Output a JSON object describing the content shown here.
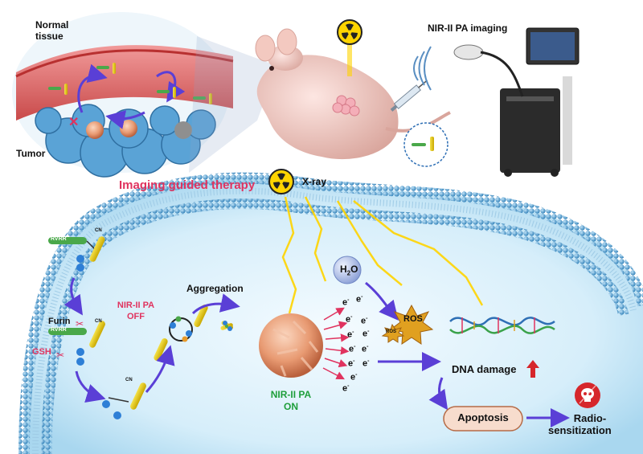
{
  "labels": {
    "normal_tissue_1": "Normal",
    "normal_tissue_2": "tissue",
    "tumor": "Tumor",
    "imaging_guided": "Imaging guided therapy",
    "nir_pa_imaging": "NIR-II PA imaging",
    "xray": "X-ray",
    "aggregation": "Aggregation",
    "nir_off_1": "NIR-II PA",
    "nir_off_2": "OFF",
    "nir_on_1": "NIR-II PA",
    "nir_on_2": "ON",
    "furin": "Furin",
    "gsh": "GSH",
    "h2o_main": "H",
    "h2o_sub": "2",
    "h2o_tail": "O",
    "ros_big": "ROS",
    "ros_small": "ROS",
    "dna_damage": "DNA damage",
    "apoptosis": "Apoptosis",
    "radio_1": "Radio-",
    "radio_2": "sensitization",
    "peptide": "RVRR",
    "cn": "CN",
    "electron": "e",
    "electron_sup": "-"
  },
  "colors": {
    "membrane_blue": "#3f93c9",
    "cytoplasm": "#d8effa",
    "highlight_pink": "#e0335f",
    "on_green": "#1e9e3a",
    "arrow_purple": "#5a3fd6",
    "nanoparticle": "#e8a07a",
    "radiation_yellow": "#ffd400"
  },
  "icons": [
    "radiation-icon",
    "skull-icon",
    "mouse-illustration",
    "pa-imaging-device",
    "syringe-icon",
    "nanoparticle-sphere",
    "dna-strand"
  ]
}
